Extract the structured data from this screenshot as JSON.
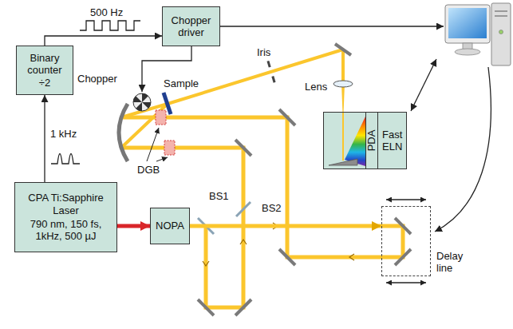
{
  "diagram": {
    "nodes": [
      {
        "text": [
          "Chopper driver"
        ]
      },
      {
        "text": [
          "Binary counter ÷2"
        ]
      },
      {
        "text": [
          "Fast ELN"
        ]
      },
      {
        "text": [
          "PDA"
        ],
        "in": 2
      },
      {
        "text": [
          "CPA Ti:Sapphire Laser",
          "790 nm, 150 fs, 1kHz, 500 µJ"
        ]
      },
      {
        "text": [
          "NOPA"
        ]
      },
      {
        "text": [
          "Delay line"
        ]
      }
    ],
    "edges": [
      {
        "from": 4,
        "to": 1,
        "arrow": "to",
        "label": "1 kHz"
      },
      {
        "from": 1,
        "to": 0,
        "arrow": "to",
        "label": "500 Hz"
      },
      {
        "from": 4,
        "to": 5,
        "arrow": "to"
      },
      {
        "from": 5,
        "to": 6,
        "arrow": "to"
      }
    ],
    "labels": [
      "Chopper",
      "Sample",
      "Iris",
      "Lens",
      "DGB",
      "BS1",
      "BS2"
    ]
  }
}
